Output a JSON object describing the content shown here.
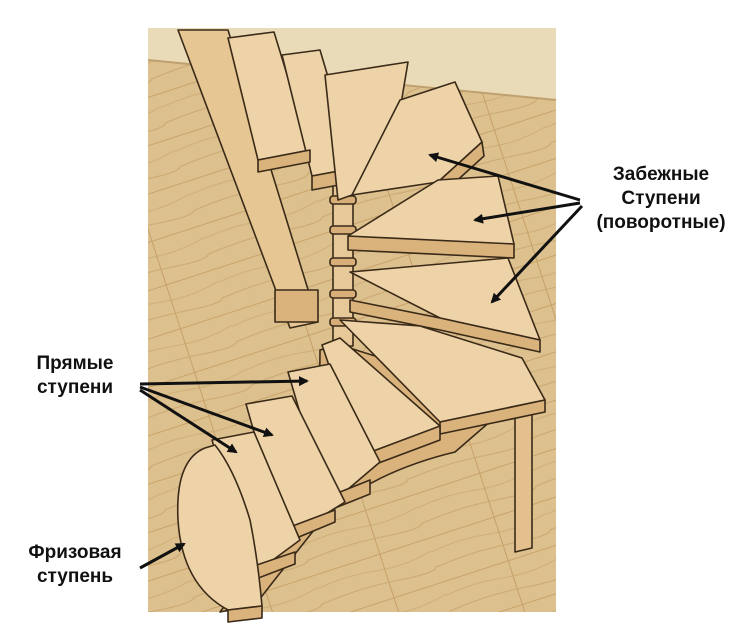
{
  "labels": {
    "winder": {
      "line1": "Забежные",
      "line2": "Ступени",
      "line3": "(поворотные)"
    },
    "straight": {
      "line1": "Прямые",
      "line2": "ступени"
    },
    "frieze": {
      "line1": "Фризовая",
      "line2": "ступень"
    }
  },
  "colors": {
    "floor": "#dcc08e",
    "floor_grain": "#c9a46a",
    "wall": "#eadbb8",
    "wood": "#efd3a8",
    "wood_edge": "#d9b27c",
    "wood_shadow": "#b98d58",
    "outline": "#3a2a18",
    "arrow": "#111111"
  }
}
